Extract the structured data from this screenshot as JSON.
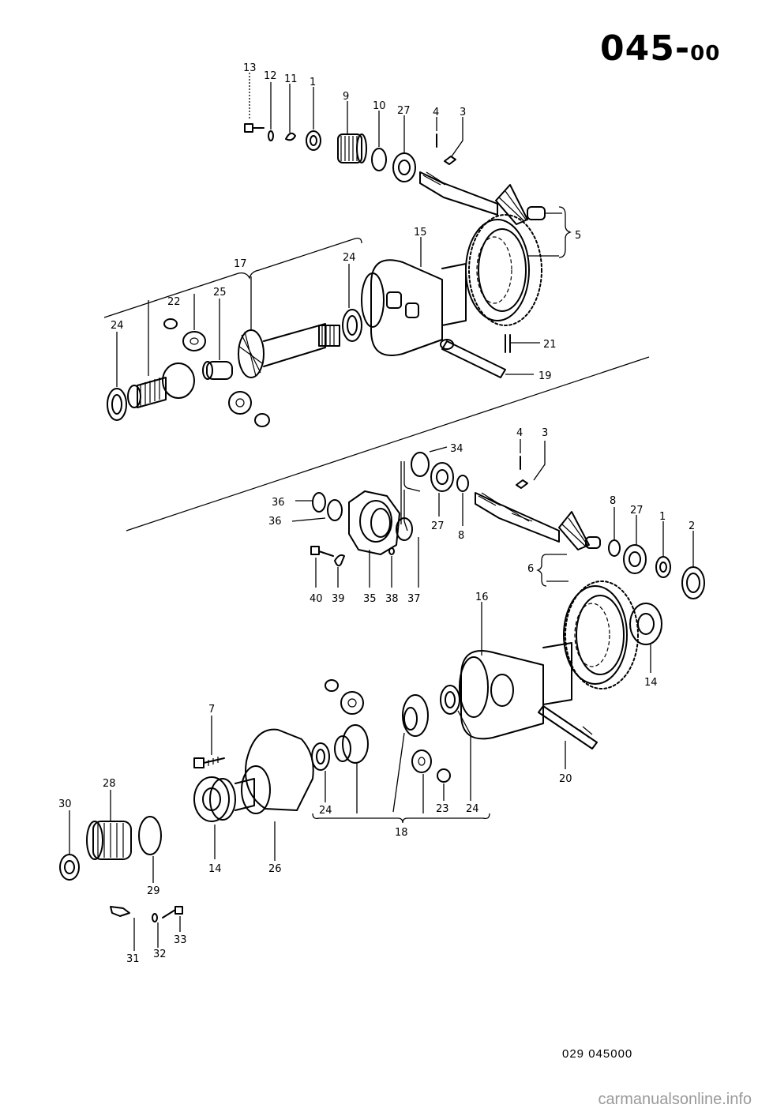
{
  "header": {
    "part_number": "045",
    "separator": "-",
    "suffix": "00"
  },
  "footer": {
    "figure_code": "029  045000",
    "watermark": "carmanualsonline.info"
  },
  "labels": {
    "l13": "13",
    "l12": "12",
    "l11": "11",
    "l1a": "1",
    "l9": "9",
    "l10": "10",
    "l27a": "27",
    "l4a": "4",
    "l3a": "3",
    "l5": "5",
    "l15": "15",
    "l17": "17",
    "l24a": "24",
    "l24b": "24",
    "l22": "22",
    "l25": "25",
    "l21": "21",
    "l19": "19",
    "l34": "34",
    "l4b": "4",
    "l3b": "3",
    "l36a": "36",
    "l36b": "36",
    "l27b": "27",
    "l8a": "8",
    "l8b": "8",
    "l27c": "27",
    "l1b": "1",
    "l2": "2",
    "l6": "6",
    "l40": "40",
    "l39": "39",
    "l35": "35",
    "l38": "38",
    "l37": "37",
    "l16": "16",
    "l14a": "14",
    "l7": "7",
    "l28": "28",
    "l30": "30",
    "l29": "29",
    "l14b": "14",
    "l26": "26",
    "l24c": "24",
    "l23": "23",
    "l24d": "24",
    "l18": "18",
    "l20": "20",
    "l31": "31",
    "l32": "32",
    "l33": "33"
  }
}
